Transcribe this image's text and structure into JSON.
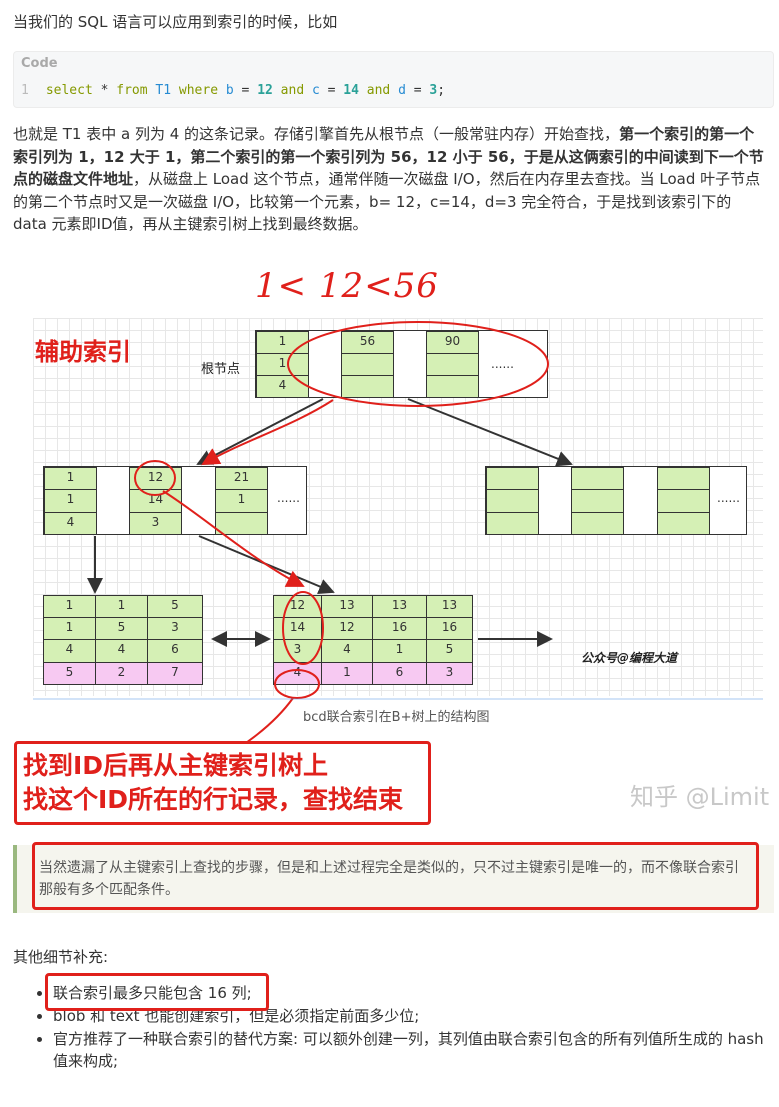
{
  "intro": "当我们的 SQL 语言可以应用到索引的时候，比如",
  "code": {
    "header": "Code",
    "line_number": "1",
    "tokens": {
      "select": "select",
      "star": "*",
      "from": "from",
      "table": "T1",
      "where": "where",
      "b": "b",
      "eq": "=",
      "b_val": "12",
      "and": "and",
      "c": "c",
      "c_val": "14",
      "d": "d",
      "d_val": "3",
      "semi": ";"
    }
  },
  "paragraph": {
    "part1": "也就是 T1 表中 a 列为 4 的这条记录。存储引擎首先从根节点（一般常驻内存）开始查找，",
    "bold": "第一个索引的第一个索引列为 1，12 大于 1，第二个索引的第一个索引列为 56，12 小于 56，于是从这俩索引的中间读到下一个节点的磁盘文件地址",
    "part2": "，从磁盘上 Load 这个节点，通常伴随一次磁盘 I/O，然后在内存里去查找。当 Load 叶子节点的第二个节点时又是一次磁盘 I/O，比较第一个元素，b= 12，c=14，d=3 完全符合，于是找到该索引下的 data 元素即ID值，再从主键索引树上找到最终数据。"
  },
  "figure": {
    "handwritten": "1< 12<56",
    "aux_label": "辅助索引",
    "root_label": "根节点",
    "root": {
      "col1": [
        "1",
        "1",
        "4"
      ],
      "col2": [
        "56",
        "",
        ""
      ],
      "col3": [
        "90",
        "",
        ""
      ],
      "ellipsis": "......"
    },
    "mid_left": {
      "col1": [
        "1",
        "1",
        "4"
      ],
      "col2": [
        "12",
        "14",
        "3"
      ],
      "col3": [
        "21",
        "1",
        ""
      ],
      "ellipsis": "......"
    },
    "mid_right_ellipsis": "......",
    "leaf_left": [
      [
        "1",
        "1",
        "5"
      ],
      [
        "1",
        "5",
        "3"
      ],
      [
        "4",
        "4",
        "6"
      ],
      [
        "5",
        "2",
        "7"
      ]
    ],
    "leaf_mid": [
      [
        "12",
        "13",
        "13",
        "13"
      ],
      [
        "14",
        "12",
        "16",
        "16"
      ],
      [
        "3",
        "4",
        "1",
        "5"
      ],
      [
        "4",
        "1",
        "6",
        "3"
      ]
    ],
    "signature": "公众号@编程大道",
    "caption": "bcd联合索引在B+树上的结构图"
  },
  "callout": {
    "line1": "找到ID后再从主键索引树上",
    "line2": "找这个ID所在的行记录，查找结束"
  },
  "watermark": "知乎 @Limit",
  "quote": "当然遗漏了从主键索引上查找的步骤，但是和上述过程完全是类似的，只不过主键索引是唯一的，而不像联合索引那般有多个匹配条件。",
  "subheading": "其他细节补充:",
  "list": [
    "联合索引最多只能包含 16 列;",
    "blob 和 text 也能创建索引，但是必须指定前面多少位;",
    "官方推荐了一种联合索引的替代方案: 可以额外创建一列，其列值由联合索引包含的所有列值所生成的 hash 值来构成;"
  ],
  "colors": {
    "annotation_red": "#e0201b",
    "cell_green": "#d5f0b5",
    "cell_pink": "#f7c9f2",
    "quote_border": "#9ab87f",
    "code_keyword": "#859900",
    "code_number": "#2aa198",
    "code_identifier": "#268bd2"
  }
}
